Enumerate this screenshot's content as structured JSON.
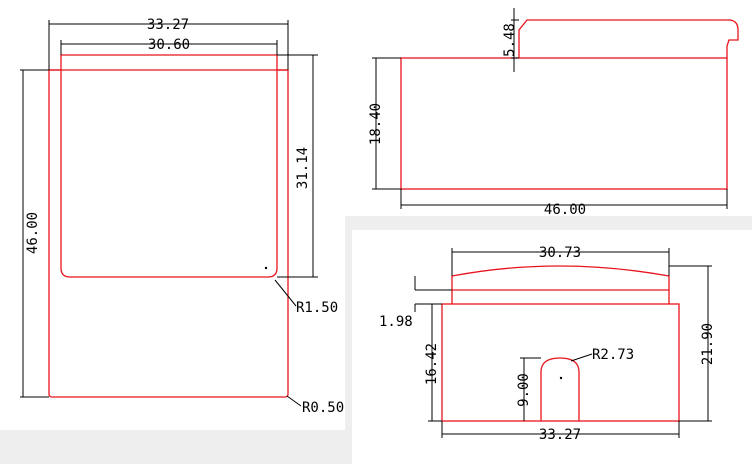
{
  "drawing": {
    "colors": {
      "outline": "#e8141c",
      "dimension": "#000000",
      "panel": "#ffffff",
      "background": "#eeeeee"
    },
    "front_view": {
      "width_outer": "33.27",
      "width_inner": "30.60",
      "height_total": "46.00",
      "height_window": "31.14",
      "radius_window": "R1.50",
      "radius_corner": "R0.50"
    },
    "side_view": {
      "step_height": "5.48",
      "body_height": "18.40",
      "length": "46.00"
    },
    "end_view": {
      "top_width": "30.73",
      "lip_height": "1.98",
      "body_height": "16.42",
      "total_height": "21.90",
      "slot_height": "9.00",
      "slot_radius": "R2.73",
      "bottom_width": "33.27"
    }
  }
}
